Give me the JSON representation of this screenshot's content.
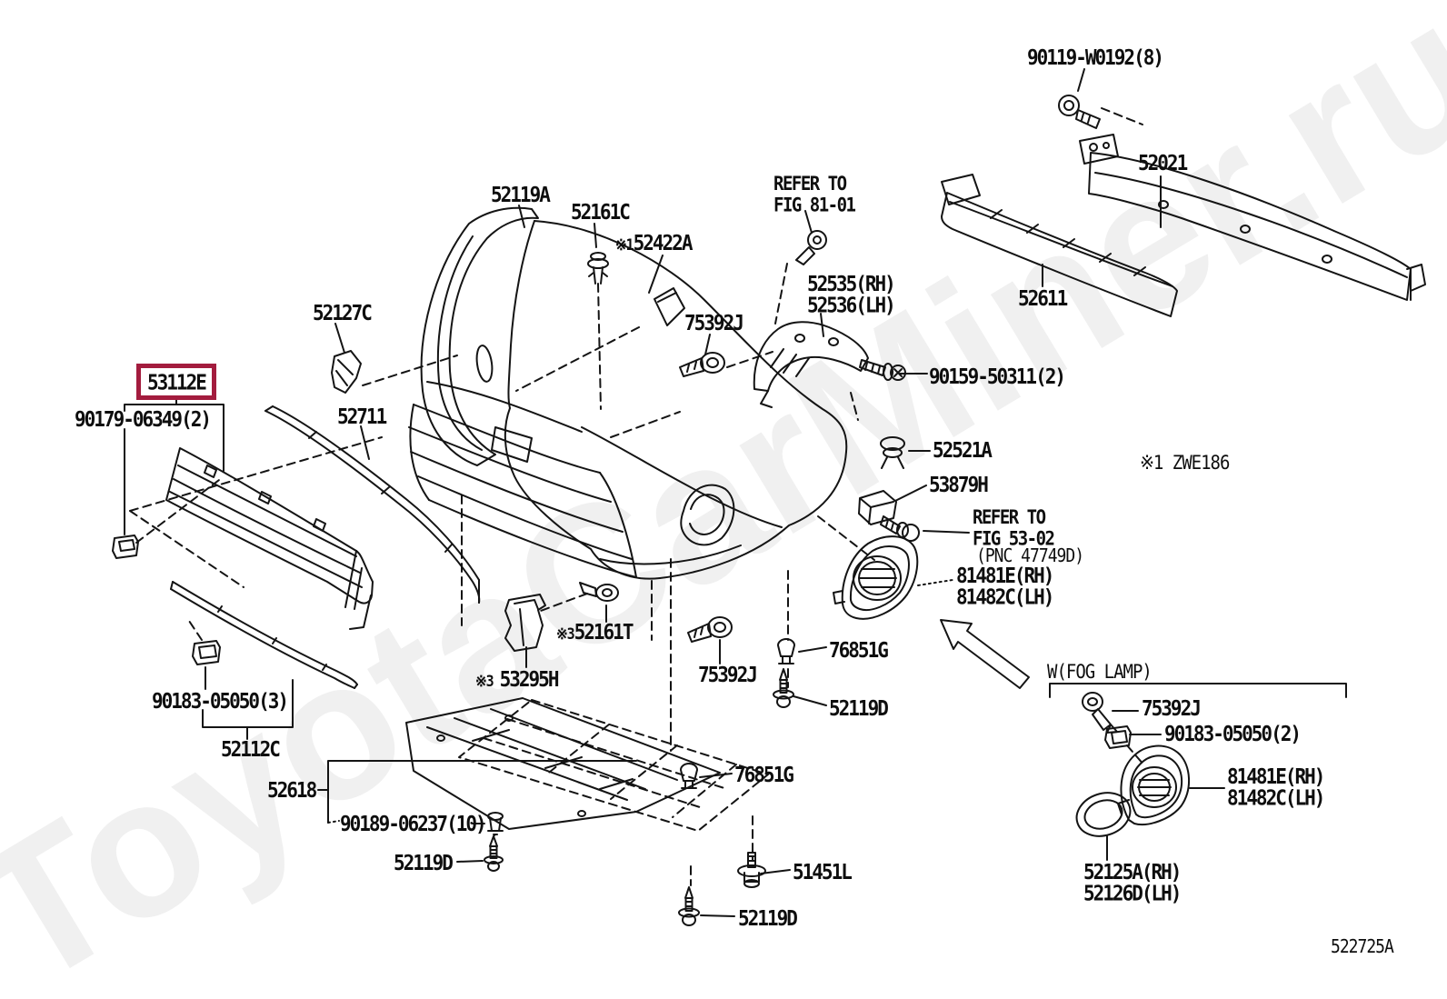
{
  "diagram": {
    "watermark": "ToyotaCarMiner.ru",
    "figure_code": "522725A",
    "variant_note": "※1 ZWE186",
    "fog_section_title": "W(FOG LAMP)",
    "refer81": {
      "line1": "REFER TO",
      "line2": "FIG 81-01"
    },
    "refer53": {
      "line1": "REFER TO",
      "line2": "FIG 53-02",
      "pnc": "(PNC 47749D)"
    }
  },
  "parts": {
    "p90119": "90119-W0192(8)",
    "p52021": "52021",
    "p52611": "52611",
    "p52119a": "52119A",
    "p52161c": "52161C",
    "px1": "※1",
    "p52422a": "52422A",
    "p52127c": "52127C",
    "p75392j_top": "75392J",
    "p52535": "52535(RH)",
    "p52536": "52536(LH)",
    "p90159": "90159-50311(2)",
    "p53112e": "53112E",
    "p90179": "90179-06349(2)",
    "p52711": "52711",
    "p52521a": "52521A",
    "p53879h": "53879H",
    "p81481e": "81481E(RH)",
    "p81482c": "81482C(LH)",
    "px3a": "※3",
    "p52161t": "52161T",
    "px3b": "※3",
    "p53295h": "53295H",
    "p75392j_mid": "75392J",
    "p76851g_r": "76851G",
    "p52119d_r": "52119D",
    "p76851g_b": "76851G",
    "p51451l": "51451L",
    "p52119d_bc": "52119D",
    "p90183_3": "90183-05050(3)",
    "p52112c": "52112C",
    "p52618": "52618",
    "p90189": "90189-06237(10)",
    "p52119d_bl": "52119D",
    "fog_75392j": "75392J",
    "fog_90183": "90183-05050(2)",
    "fog_81481e": "81481E(RH)",
    "fog_81482c": "81482C(LH)",
    "p52125a": "52125A(RH)",
    "p52126d": "52126D(LH)"
  }
}
